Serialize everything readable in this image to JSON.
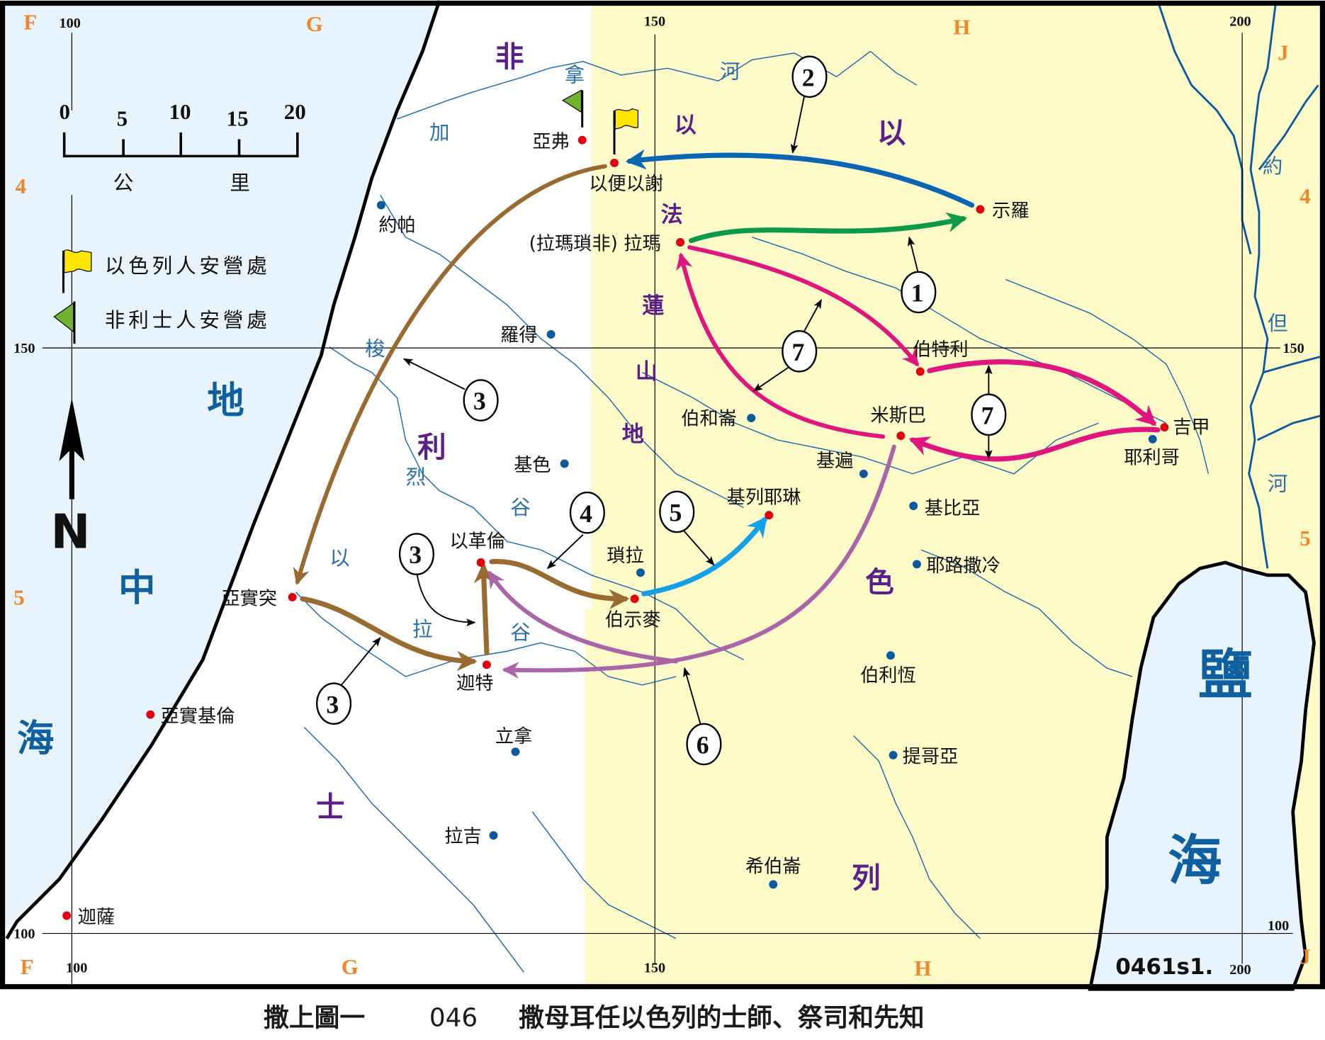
{
  "caption": {
    "chapter": "撒上圖一",
    "number": "046",
    "title": "撒母耳任以色列的士師、祭司和先知"
  },
  "map_code": "0461s1.",
  "grid": {
    "column_letters": [
      "F",
      "G",
      "H",
      "J"
    ],
    "row_numbers": [
      "4",
      "5"
    ],
    "easting_labels": [
      "100",
      "150",
      "200"
    ],
    "northing_labels": [
      "150",
      "100"
    ]
  },
  "scale_bar": {
    "ticks": [
      "0",
      "5",
      "10",
      "15",
      "20"
    ],
    "unit_chars": [
      "公",
      "里"
    ]
  },
  "legend": {
    "israel_camp": "以色列人安營處",
    "philistine_camp": "非利士人安營處"
  },
  "north_arrow": {
    "label": "N"
  },
  "seas": {
    "mediterranean": [
      "地",
      "中",
      "海"
    ],
    "dead_sea": [
      "鹽",
      "海"
    ]
  },
  "regions": {
    "philistia": [
      "非",
      "利",
      "士"
    ],
    "israel": [
      "以",
      "色",
      "列"
    ],
    "ephraim_hills": [
      "以",
      "法",
      "蓮",
      "山",
      "地"
    ]
  },
  "rivers": {
    "yarkon": [
      "加",
      "拿",
      "河"
    ],
    "sorek": [
      "梭",
      "烈",
      "谷"
    ],
    "elah": [
      "以",
      "拉",
      "谷"
    ],
    "jordan": [
      "約",
      "但",
      "河"
    ]
  },
  "places": {
    "aphek": "亞弗",
    "ebenezer": "以便以謝",
    "shiloh": "示羅",
    "ramah": "(拉瑪瑣非) 拉瑪",
    "bethel": "伯特利",
    "gilgal": "吉甲",
    "jericho": "耶利哥",
    "mizpah": "米斯巴",
    "beth_horon": "伯和崙",
    "gibeon": "基遍",
    "gibeah": "基比亞",
    "jerusalem": "耶路撒冷",
    "kiriath_jearim": "基列耶琳",
    "zorah": "瑣拉",
    "beth_shemesh": "伯示麥",
    "ekron": "以革倫",
    "gath": "迦特",
    "ashdod": "亞實突",
    "ashkelon": "亞實基倫",
    "gaza": "迦薩",
    "joppa": "約帕",
    "lod": "羅得",
    "gezer": "基色",
    "libnah": "立拿",
    "lachish": "拉吉",
    "hebron": "希伯崙",
    "bethlehem": "伯利恆",
    "tekoa": "提哥亞"
  },
  "route_markers": [
    "1",
    "2",
    "3",
    "3",
    "3",
    "4",
    "5",
    "6",
    "7",
    "7"
  ],
  "colors": {
    "sea": "#e8f4fd",
    "israel_land": "#fffbc8",
    "philistia_land": "#ffffff",
    "route_1": "#0a9a48",
    "route_2": "#0a65b5",
    "route_3_4": "#9a6b30",
    "route_5": "#14a0e6",
    "route_6": "#a965a8",
    "route_7": "#e0157e",
    "city_major": "#e00010",
    "city_minor": "#0a5aa0"
  }
}
